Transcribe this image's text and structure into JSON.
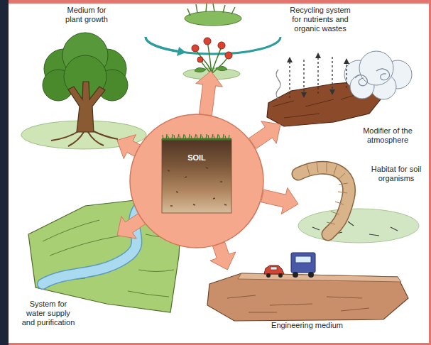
{
  "diagram": {
    "nodes": [
      {
        "text": [
          "Medium for plant growth"
        ]
      },
      {
        "text": [
          "Recycling system for nutrients and organic wastes"
        ]
      },
      {
        "text": [
          "Modifier of the atmosphere"
        ]
      },
      {
        "text": [
          "SOIL"
        ]
      },
      {
        "text": [
          "Habitat for soil organisms"
        ]
      },
      {
        "text": [
          "System for water supply and purification"
        ]
      },
      {
        "text": [
          "Engineering medium"
        ]
      }
    ],
    "edges": [
      {
        "from": 3,
        "to": 0,
        "arrow": "to"
      },
      {
        "from": 3,
        "to": 1,
        "arrow": "to"
      },
      {
        "from": 3,
        "to": 2,
        "arrow": "to"
      },
      {
        "from": 3,
        "to": 4,
        "arrow": "to"
      },
      {
        "from": 3,
        "to": 5,
        "arrow": "to"
      },
      {
        "from": 3,
        "to": 6,
        "arrow": "to"
      }
    ]
  }
}
